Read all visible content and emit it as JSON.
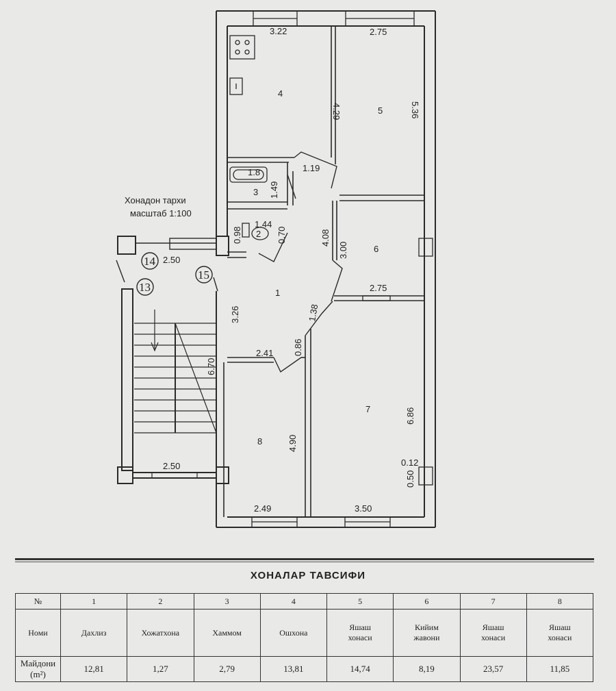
{
  "plan": {
    "caption_line1": "Хонадон тархи",
    "caption_line2": "масштаб 1:100",
    "room_numbers": [
      "1",
      "2",
      "3",
      "4",
      "5",
      "6",
      "7",
      "8"
    ],
    "stair_markers": [
      "13",
      "14",
      "15"
    ],
    "dimensions": {
      "d_3_22": "3.22",
      "d_2_75_top": "2.75",
      "d_4_29": "4.29",
      "d_5_36": "5.36",
      "d_1_8": "1.8",
      "d_1_49": "1.49",
      "d_1_19": "1.19",
      "d_1_44": "1.44",
      "d_0_98": "0.98",
      "d_0_70": "0.70",
      "d_4_08": "4.08",
      "d_3_00": "3.00",
      "d_2_75_mid": "2.75",
      "d_2_50_top": "2.50",
      "d_3_26": "3.26",
      "d_1_38": "1.38",
      "d_0_86": "0.86",
      "d_2_41": "2.41",
      "d_6_70": "6.70",
      "d_4_90": "4.90",
      "d_6_86": "6.86",
      "d_0_12": "0.12",
      "d_0_50": "0.50",
      "d_2_50_bot": "2.50",
      "d_2_49": "2.49",
      "d_3_50": "3.50"
    }
  },
  "table": {
    "title": "ХОНАЛАР ТАВСИФИ",
    "header_label": "№",
    "names_label": "Номи",
    "area_label_line1": "Майдони",
    "area_label_line2": "(m²)",
    "rooms": [
      {
        "num": "1",
        "name1": "Дахлиз",
        "name2": "",
        "area": "12,81"
      },
      {
        "num": "2",
        "name1": "Хожатхона",
        "name2": "",
        "area": "1,27"
      },
      {
        "num": "3",
        "name1": "Хаммом",
        "name2": "",
        "area": "2,79"
      },
      {
        "num": "4",
        "name1": "Ошхона",
        "name2": "",
        "area": "13,81"
      },
      {
        "num": "5",
        "name1": "Яшаш",
        "name2": "хонаси",
        "area": "14,74"
      },
      {
        "num": "6",
        "name1": "Кийим",
        "name2": "жавони",
        "area": "8,19"
      },
      {
        "num": "7",
        "name1": "Яшаш",
        "name2": "хонаси",
        "area": "23,57"
      },
      {
        "num": "8",
        "name1": "Яшаш",
        "name2": "хонаси",
        "area": "11,85"
      }
    ]
  }
}
